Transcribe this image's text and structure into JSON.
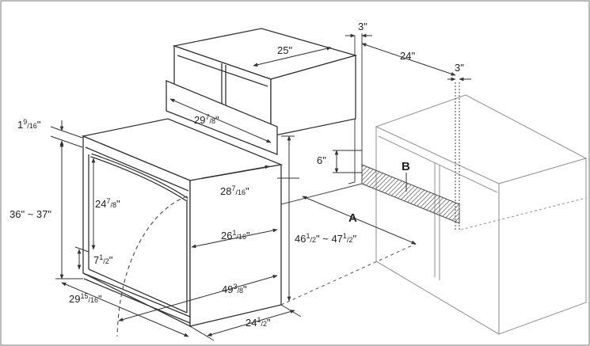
{
  "dimensions": {
    "gap_top": "3\"",
    "gap_right": "3\"",
    "depth_24": "24\"",
    "top_width": "25\"",
    "width_29_78": {
      "whole": "29",
      "num": "7",
      "den": "8",
      "unit": "\""
    },
    "height_1_916": {
      "whole": "1",
      "num": "9",
      "den": "16",
      "unit": "\""
    },
    "drop_6": "6\"",
    "height_36_37": "36\" ~ 37\"",
    "door_24_78": {
      "whole": "24",
      "num": "7",
      "den": "8",
      "unit": "\""
    },
    "side_28_716": {
      "whole": "28",
      "num": "7",
      "den": "16",
      "unit": "\""
    },
    "side_26_116": {
      "whole": "26",
      "num": "1",
      "den": "16",
      "unit": "\""
    },
    "total_height": {
      "a_whole": "46",
      "a_num": "1",
      "a_den": "2",
      "sep": "\" ~ ",
      "b_whole": "47",
      "b_num": "1",
      "b_den": "2",
      "unit": "\""
    },
    "bottom_7_12": {
      "whole": "7",
      "num": "1",
      "den": "2",
      "unit": "\""
    },
    "depth_49_38": {
      "whole": "49",
      "num": "3",
      "den": "8",
      "unit": "\""
    },
    "width_29_1516": {
      "whole": "29",
      "num": "15",
      "den": "16",
      "unit": "\""
    },
    "depth_24_12": {
      "whole": "24",
      "num": "1",
      "den": "2",
      "unit": "\""
    }
  },
  "labels": {
    "A": "A",
    "B": "B"
  },
  "colors": {
    "line": "#3a3a3a",
    "faint": "#9a9a9a",
    "hatch": "#555555"
  }
}
